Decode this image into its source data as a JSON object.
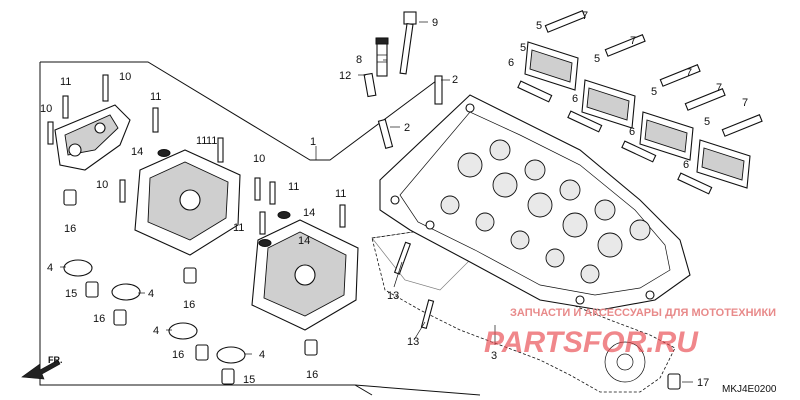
{
  "diagram": {
    "type": "exploded-parts-diagram",
    "callouts": [
      {
        "id": "c1",
        "label": "1"
      },
      {
        "id": "c2a",
        "label": "2"
      },
      {
        "id": "c2b",
        "label": "2"
      },
      {
        "id": "c3",
        "label": "3"
      },
      {
        "id": "c4a",
        "label": "4"
      },
      {
        "id": "c4b",
        "label": "4"
      },
      {
        "id": "c4c",
        "label": "4"
      },
      {
        "id": "c4d",
        "label": "4"
      },
      {
        "id": "c5a",
        "label": "5"
      },
      {
        "id": "c5b",
        "label": "5"
      },
      {
        "id": "c5c",
        "label": "5"
      },
      {
        "id": "c5d",
        "label": "5"
      },
      {
        "id": "c5e",
        "label": "5"
      },
      {
        "id": "c6a",
        "label": "6"
      },
      {
        "id": "c6b",
        "label": "6"
      },
      {
        "id": "c6c",
        "label": "6"
      },
      {
        "id": "c6d",
        "label": "6"
      },
      {
        "id": "c7a",
        "label": "7"
      },
      {
        "id": "c7b",
        "label": "7"
      },
      {
        "id": "c7c",
        "label": "7"
      },
      {
        "id": "c7d",
        "label": "7"
      },
      {
        "id": "c7e",
        "label": "7"
      },
      {
        "id": "c8",
        "label": "8"
      },
      {
        "id": "c9",
        "label": "9"
      },
      {
        "id": "c10a",
        "label": "10"
      },
      {
        "id": "c10b",
        "label": "10"
      },
      {
        "id": "c10c",
        "label": "10"
      },
      {
        "id": "c10d",
        "label": "10"
      },
      {
        "id": "c11a",
        "label": "11"
      },
      {
        "id": "c11b",
        "label": "11"
      },
      {
        "id": "c11c",
        "label": "11"
      },
      {
        "id": "c11d",
        "label": "11"
      },
      {
        "id": "c11e",
        "label": "11"
      },
      {
        "id": "c11f",
        "label": "11"
      },
      {
        "id": "c11g",
        "label": "11"
      },
      {
        "id": "c12",
        "label": "12"
      },
      {
        "id": "c13a",
        "label": "13"
      },
      {
        "id": "c13b",
        "label": "13"
      },
      {
        "id": "c14a",
        "label": "14"
      },
      {
        "id": "c14b",
        "label": "14"
      },
      {
        "id": "c14c",
        "label": "14"
      },
      {
        "id": "c15a",
        "label": "15"
      },
      {
        "id": "c15b",
        "label": "15"
      },
      {
        "id": "c16a",
        "label": "16"
      },
      {
        "id": "c16b",
        "label": "16"
      },
      {
        "id": "c16c",
        "label": "16"
      },
      {
        "id": "c16d",
        "label": "16"
      },
      {
        "id": "c16e",
        "label": "16"
      },
      {
        "id": "c17",
        "label": "17"
      }
    ],
    "front_arrow_label": "FR.",
    "diagram_code": "MKJ4E0200",
    "watermark": {
      "tagline": "ЗАПЧАСТИ И АКСЕССУАРЫ ДЛЯ МОТОТЕХНИКИ",
      "brand": "PARTSFOR.RU"
    }
  }
}
